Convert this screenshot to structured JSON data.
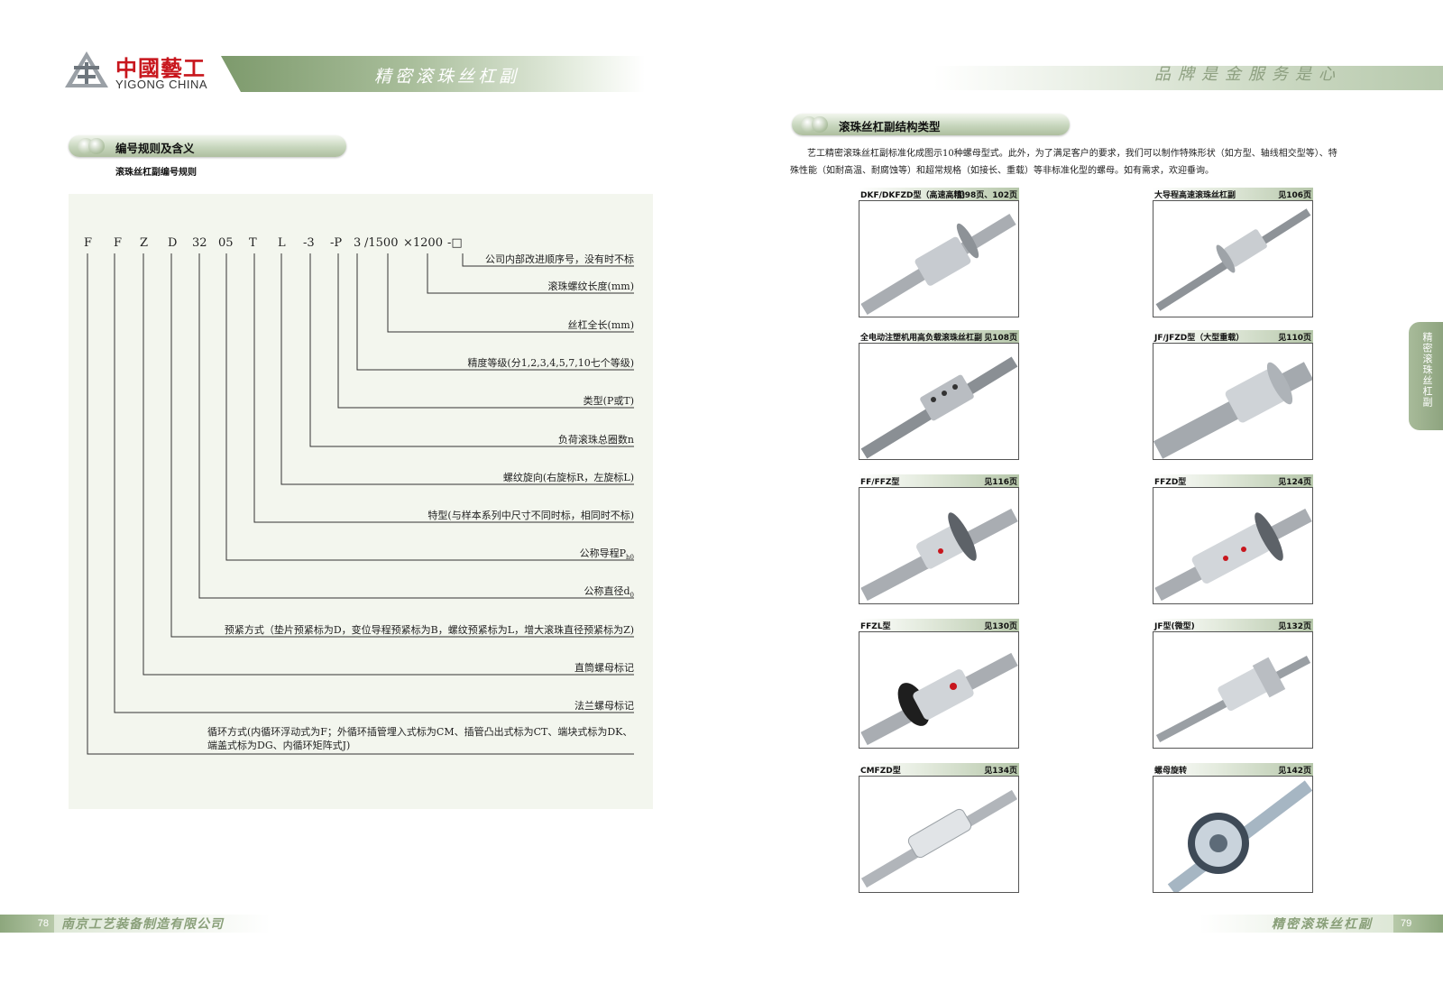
{
  "header": {
    "logo_cn": "中國藝工",
    "logo_en": "YIGONG CHINA",
    "left_title": "精密滚珠丝杠副",
    "right_slogan": "品牌是金服务是心"
  },
  "left_section": {
    "title": "编号规则及含义",
    "subtitle": "滚珠丝杠副编号规则",
    "code_parts": [
      "F",
      "F",
      "Z",
      "D",
      "32",
      "05",
      "T",
      "L",
      "-3",
      "-P",
      "3",
      "/1500",
      "×1200",
      "-□"
    ],
    "descriptions": [
      "公司内部改进顺序号，没有时不标",
      "滚珠螺纹长度(mm)",
      "丝杠全长(mm)",
      "精度等级(分1,2,3,4,5,7,10七个等级)",
      "类型(P或T)",
      "负荷滚珠总圈数n",
      "螺纹旋向(右旋标R，左旋标L)",
      "特型(与样本系列中尺寸不同时标，相同时不标)",
      "公称导程P",
      "公称直径d",
      "预紧方式（垫片预紧标为D，变位导程预紧标为B，螺纹预紧标为L，增大滚珠直径预紧标为Z)",
      "直筒螺母标记",
      "法兰螺母标记",
      "循环方式(内循环浮动式为F；外循环插管埋入式标为CM、插管凸出式标为CT、端块式标为DK、",
      "端盖式标为DG、内循环矩阵式J)"
    ],
    "subscripts": {
      "lead": "h0",
      "diameter": "0"
    }
  },
  "right_section": {
    "title": "滚珠丝杠副结构类型",
    "intro_line1": "艺工精密滚珠丝杠副标准化成图示10种螺母型式。此外，为了满足客户的要求，我们可以制作特殊形状（如方型、轴线相交型等）、特",
    "intro_line2": "殊性能（如耐高温、耐腐蚀等）和超常规格（如接长、重载）等非标准化型的螺母。如有需求，欢迎垂询。",
    "products": [
      {
        "name": "DKF/DKFZD型（高速高精）",
        "page": "见98页、102页"
      },
      {
        "name": "大导程高速滚珠丝杠副",
        "page": "见106页"
      },
      {
        "name": "全电动注塑机用高负载滚珠丝杠副",
        "page": "见108页"
      },
      {
        "name": "JF/JFZD型（大型重载）",
        "page": "见110页"
      },
      {
        "name": "FF/FFZ型",
        "page": "见116页"
      },
      {
        "name": "FFZD型",
        "page": "见124页"
      },
      {
        "name": "FFZL型",
        "page": "见130页"
      },
      {
        "name": "JF型(微型)",
        "page": "见132页"
      },
      {
        "name": "CMFZD型",
        "page": "见134页"
      },
      {
        "name": "螺母旋转",
        "page": "见142页"
      }
    ],
    "side_tab": "精密滚珠丝杠副"
  },
  "footer": {
    "left_page": "78",
    "company": "南京工艺装备制造有限公司",
    "right_series": "精密滚珠丝杠副",
    "right_page": "79"
  },
  "colors": {
    "brand_red": "#c8161d",
    "accent_green": "#8ea47f"
  }
}
